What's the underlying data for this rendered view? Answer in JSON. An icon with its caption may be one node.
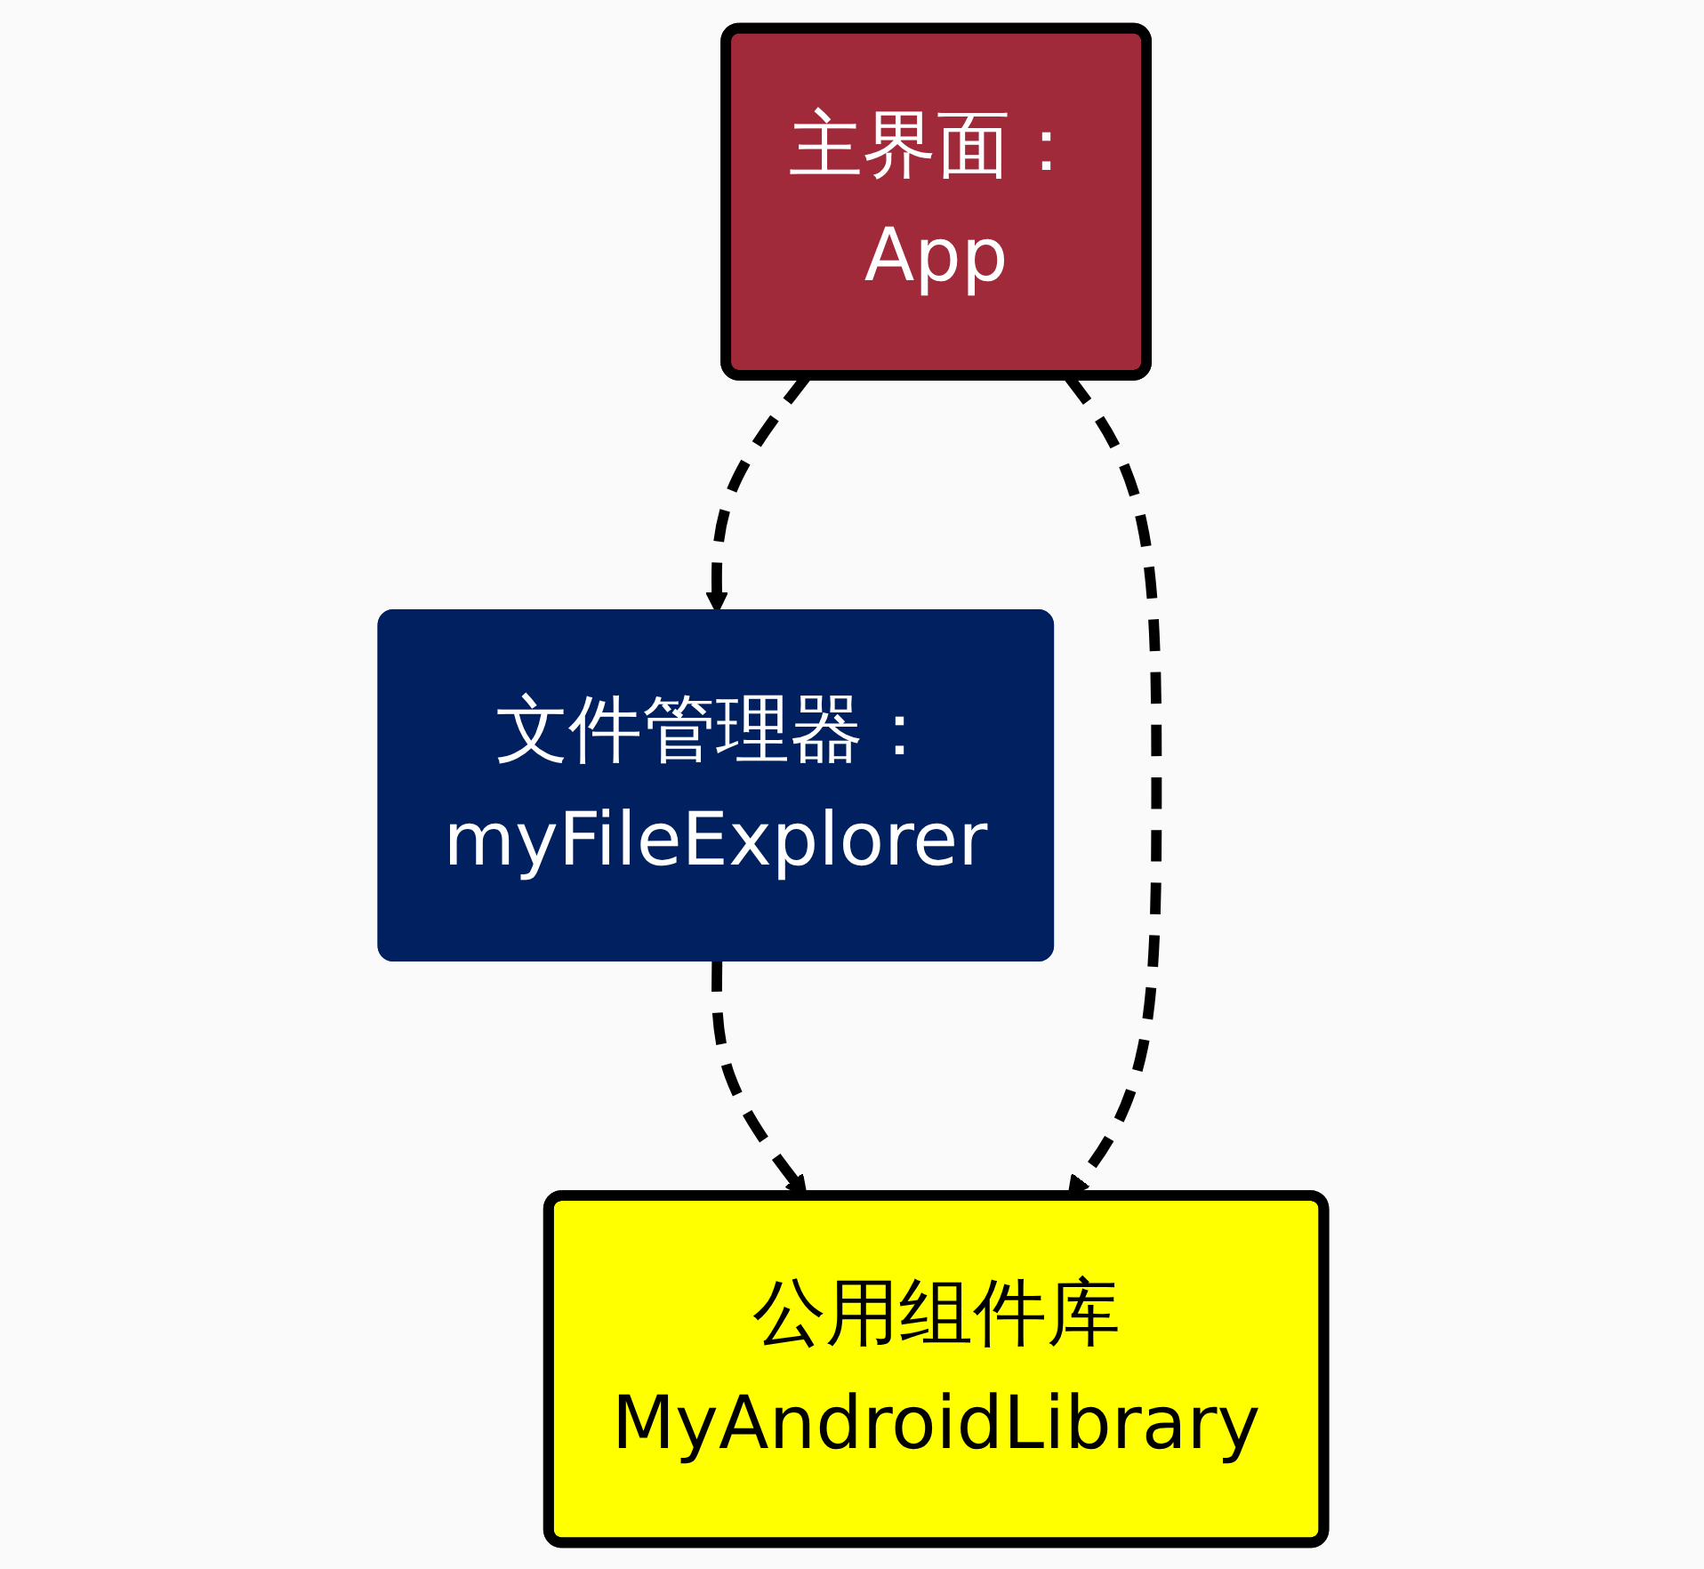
{
  "diagram": {
    "nodes": [
      {
        "text": [
          "主界面：",
          "App"
        ]
      },
      {
        "text": [
          "文件管理器：",
          "myFileExplorer"
        ]
      },
      {
        "text": [
          "公用组件库",
          "MyAndroidLibrary"
        ]
      }
    ],
    "edges": [
      {
        "from": 0,
        "to": 1,
        "arrow": "to",
        "style": "dashed"
      },
      {
        "from": 1,
        "to": 2,
        "arrow": "to",
        "style": "dashed"
      },
      {
        "from": 0,
        "to": 2,
        "arrow": "to",
        "style": "dashed"
      }
    ]
  }
}
